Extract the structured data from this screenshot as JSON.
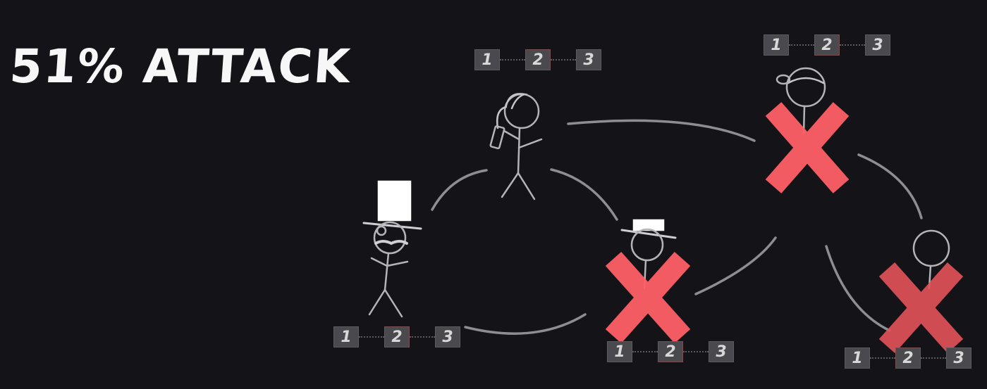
{
  "title": "51% ATTACK",
  "colors": {
    "background": "#141318",
    "stroke": "#a9a9ad",
    "cross": "#ff5f66",
    "title": "#f7f7f7"
  },
  "nodes": [
    {
      "id": "node-top-hat",
      "figure": "top-hat-monocle-mustache",
      "crossed": false,
      "chain": [
        "1",
        "2",
        "3"
      ]
    },
    {
      "id": "node-ponytail-phone",
      "figure": "ponytail-holding-phone",
      "crossed": false,
      "chain": [
        "1",
        "2",
        "3"
      ]
    },
    {
      "id": "node-boater-hat",
      "figure": "boater-hat",
      "crossed": true,
      "chain": [
        "1",
        "2",
        "3"
      ]
    },
    {
      "id": "node-bun-hair",
      "figure": "bun-hair",
      "crossed": true,
      "chain": [
        "1",
        "2",
        "3"
      ]
    },
    {
      "id": "node-plain",
      "figure": "plain",
      "crossed": true,
      "chain": [
        "1",
        "2",
        "3"
      ]
    }
  ]
}
